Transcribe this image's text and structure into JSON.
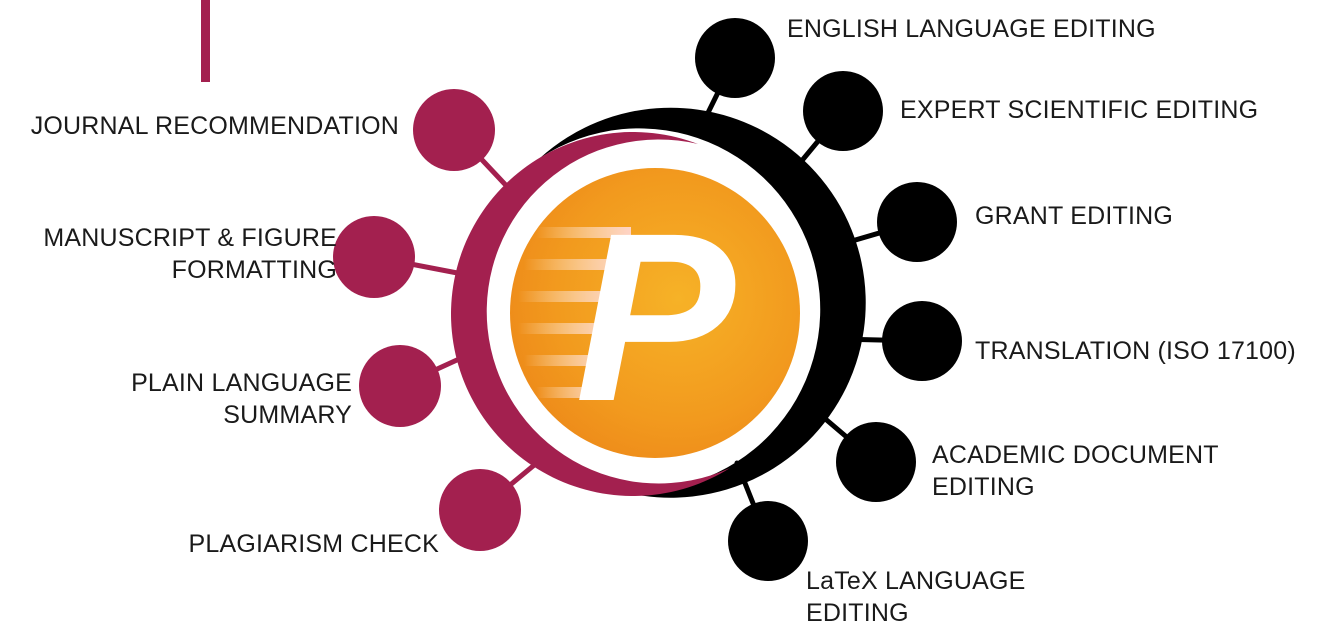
{
  "center_logo": {
    "letter": "P",
    "name": "logo-icon"
  },
  "colors": {
    "left_nodes": "#a3204f",
    "right_nodes": "#000000",
    "orange_outer": "#f29a1e",
    "orange_inner": "#f6b227"
  },
  "left_services": [
    {
      "lines": [
        "JOURNAL RECOMMENDATION"
      ]
    },
    {
      "lines": [
        "MANUSCRIPT & FIGURE",
        "FORMATTING"
      ]
    },
    {
      "lines": [
        "PLAIN LANGUAGE",
        "SUMMARY"
      ]
    },
    {
      "lines": [
        "PLAGIARISM CHECK"
      ]
    }
  ],
  "right_services": [
    {
      "lines": [
        "ENGLISH LANGUAGE EDITING"
      ]
    },
    {
      "lines": [
        "EXPERT SCIENTIFIC EDITING"
      ]
    },
    {
      "lines": [
        "GRANT EDITING"
      ]
    },
    {
      "lines": [
        "TRANSLATION (ISO 17100)"
      ]
    },
    {
      "lines": [
        "ACADEMIC DOCUMENT",
        "EDITING"
      ]
    },
    {
      "lines": [
        "LaTeX LANGUAGE",
        "EDITING"
      ]
    }
  ]
}
